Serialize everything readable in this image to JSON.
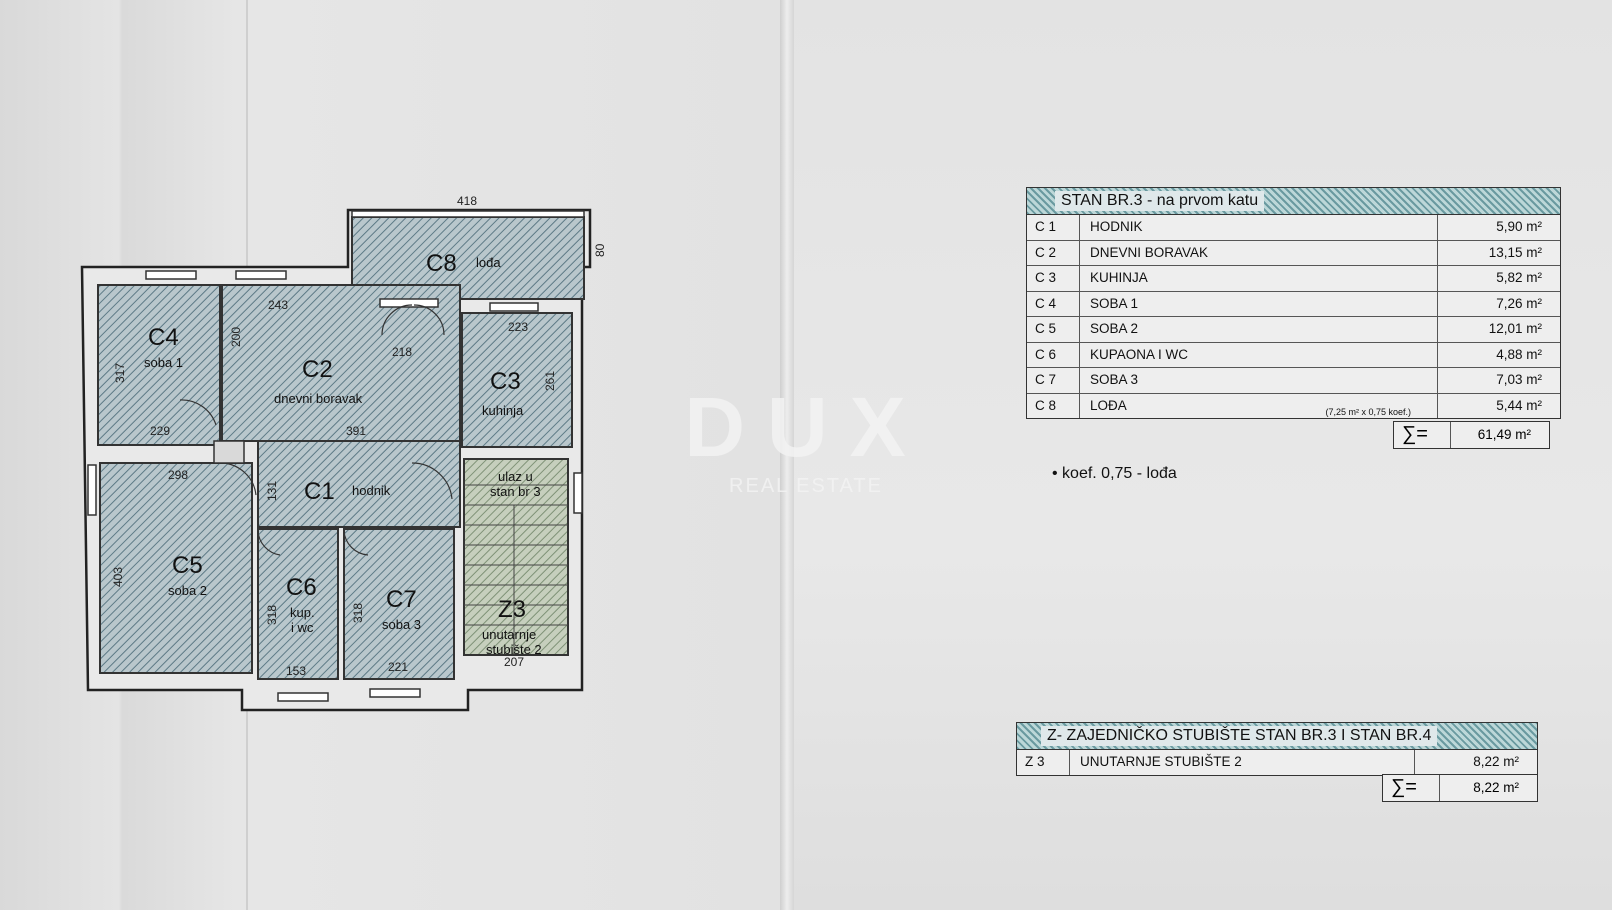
{
  "plan": {
    "dims": {
      "d418": "418",
      "d80": "80",
      "d243": "243",
      "d200": "200",
      "d218": "218",
      "d223": "223",
      "d261": "261",
      "d317": "317",
      "d229": "229",
      "d391": "391",
      "d298": "298",
      "d131": "131",
      "d403": "403",
      "d318a": "318",
      "d318b": "318",
      "d153": "153",
      "d221": "221",
      "d207": "207"
    },
    "rooms": {
      "c8": {
        "code": "C8",
        "name": "lođa"
      },
      "c4": {
        "code": "C4",
        "name": "soba 1"
      },
      "c2": {
        "code": "C2",
        "name": "dnevni boravak"
      },
      "c3": {
        "code": "C3",
        "name": "kuhinja"
      },
      "c1": {
        "code": "C1",
        "name": "hodnik"
      },
      "c5": {
        "code": "C5",
        "name": "soba 2"
      },
      "c6": {
        "code": "C6",
        "name1": "kup.",
        "name2": "i wc"
      },
      "c7": {
        "code": "C7",
        "name": "soba 3"
      },
      "z3": {
        "code": "Z3",
        "name1": "unutarnje",
        "name2": "stubište 2"
      },
      "entry": {
        "line1": "ulaz u",
        "line2": "stan br 3"
      }
    }
  },
  "table_main": {
    "title": "STAN BR.3 - na prvom katu",
    "rows": [
      {
        "code": "C 1",
        "name": "HODNIK",
        "value": "5,90 m²"
      },
      {
        "code": "C 2",
        "name": "DNEVNI BORAVAK",
        "value": "13,15 m²"
      },
      {
        "code": "C 3",
        "name": "KUHINJA",
        "value": "5,82 m²"
      },
      {
        "code": "C 4",
        "name": "SOBA 1",
        "value": "7,26 m²"
      },
      {
        "code": "C 5",
        "name": "SOBA 2",
        "value": "12,01 m²"
      },
      {
        "code": "C 6",
        "name": "KUPAONA I WC",
        "value": "4,88 m²"
      },
      {
        "code": "C 7",
        "name": "SOBA 3",
        "value": "7,03 m²"
      },
      {
        "code": "C 8",
        "name": "LOĐA",
        "value": "5,44 m²",
        "note": "(7,25 m² x 0,75 koef.)"
      }
    ],
    "sum_symbol": "∑=",
    "sum_value": "61,49 m²"
  },
  "koef_note": "• koef. 0,75 - lođa",
  "table_z": {
    "title": "Z- ZAJEDNIČKO STUBIŠTE STAN BR.3 I STAN BR.4",
    "rows": [
      {
        "code": "Z 3",
        "name": "UNUTARNJE STUBIŠTE 2",
        "value": "8,22 m²"
      }
    ],
    "sum_symbol": "∑=",
    "sum_value": "8,22 m²"
  },
  "watermark": {
    "brand": "DUX",
    "tagline": "REAL ESTATE"
  }
}
